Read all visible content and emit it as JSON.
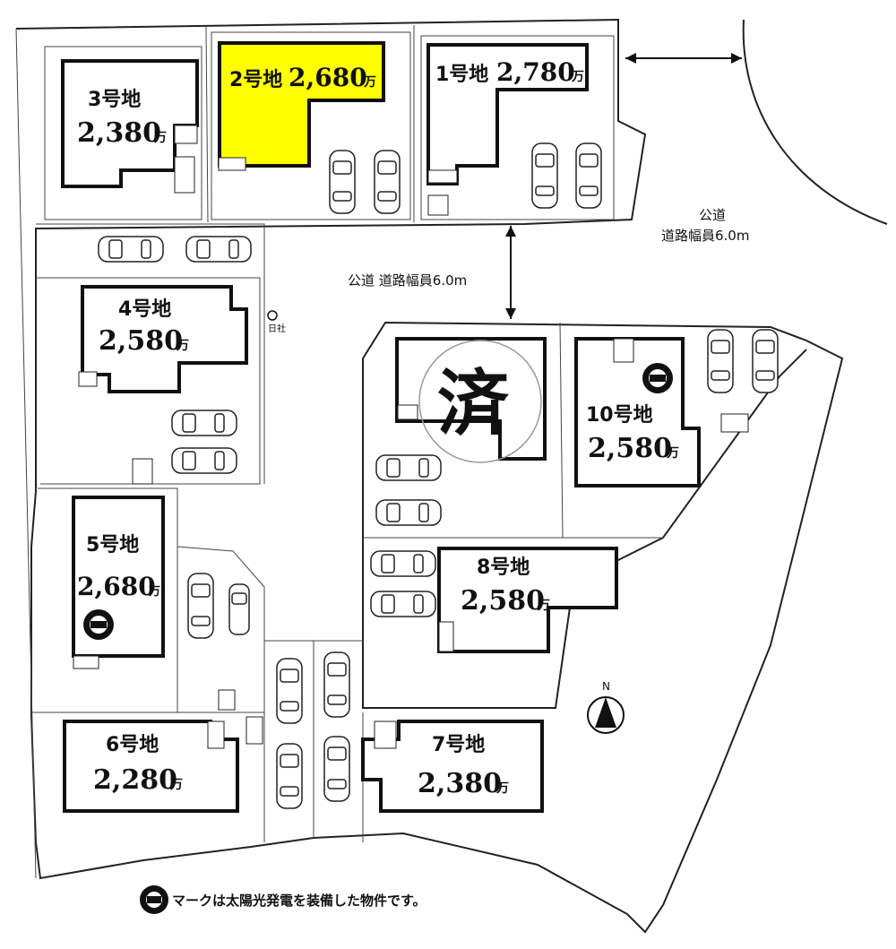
{
  "lots": [
    {
      "id": "1",
      "label": "1号地",
      "price": "2,780",
      "unit": "万",
      "selected": false,
      "solar": false,
      "sold": false
    },
    {
      "id": "2",
      "label": "2号地",
      "price": "2,680",
      "unit": "万",
      "selected": true,
      "solar": false,
      "sold": false
    },
    {
      "id": "3",
      "label": "3号地",
      "price": "2,380",
      "unit": "万",
      "selected": false,
      "solar": false,
      "sold": false
    },
    {
      "id": "4",
      "label": "4号地",
      "price": "2,580",
      "unit": "万",
      "selected": false,
      "solar": false,
      "sold": false
    },
    {
      "id": "5",
      "label": "5号地",
      "price": "2,680",
      "unit": "万",
      "selected": false,
      "solar": true,
      "sold": false
    },
    {
      "id": "6",
      "label": "6号地",
      "price": "2,280",
      "unit": "万",
      "selected": false,
      "solar": false,
      "sold": false
    },
    {
      "id": "7",
      "label": "7号地",
      "price": "2,380",
      "unit": "万",
      "selected": false,
      "solar": false,
      "sold": false
    },
    {
      "id": "8",
      "label": "8号地",
      "price": "2,580",
      "unit": "万",
      "selected": false,
      "solar": false,
      "sold": false
    },
    {
      "id": "9",
      "label": "",
      "price": "",
      "unit": "",
      "selected": false,
      "solar": false,
      "sold": true,
      "sold_mark": "済"
    },
    {
      "id": "10",
      "label": "10号地",
      "price": "2,580",
      "unit": "万",
      "selected": false,
      "solar": true,
      "sold": false
    }
  ],
  "roads": {
    "east_name": "公道",
    "east_width": "道路幅員6.0m",
    "center_label": "公道 道路幅員6.0m"
  },
  "shrine_label": "日社",
  "compass_label": "N",
  "legend": {
    "text": "マークは太陽光発電を装備した物件です。",
    "icon": "solar-panel-icon"
  },
  "colors": {
    "highlight": "#ffff00",
    "line": "#111111"
  }
}
